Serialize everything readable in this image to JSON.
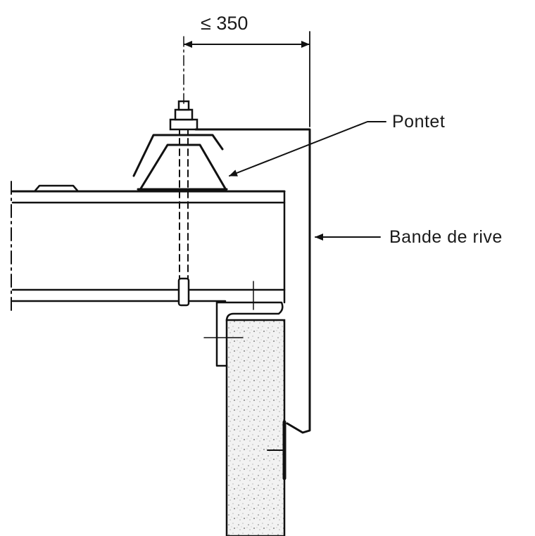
{
  "diagram": {
    "dimension": {
      "label": "≤ 350"
    },
    "callouts": [
      {
        "id": "pontet",
        "label": "Pontet"
      },
      {
        "id": "bande-de-rive",
        "label": "Bande de rive"
      }
    ]
  }
}
